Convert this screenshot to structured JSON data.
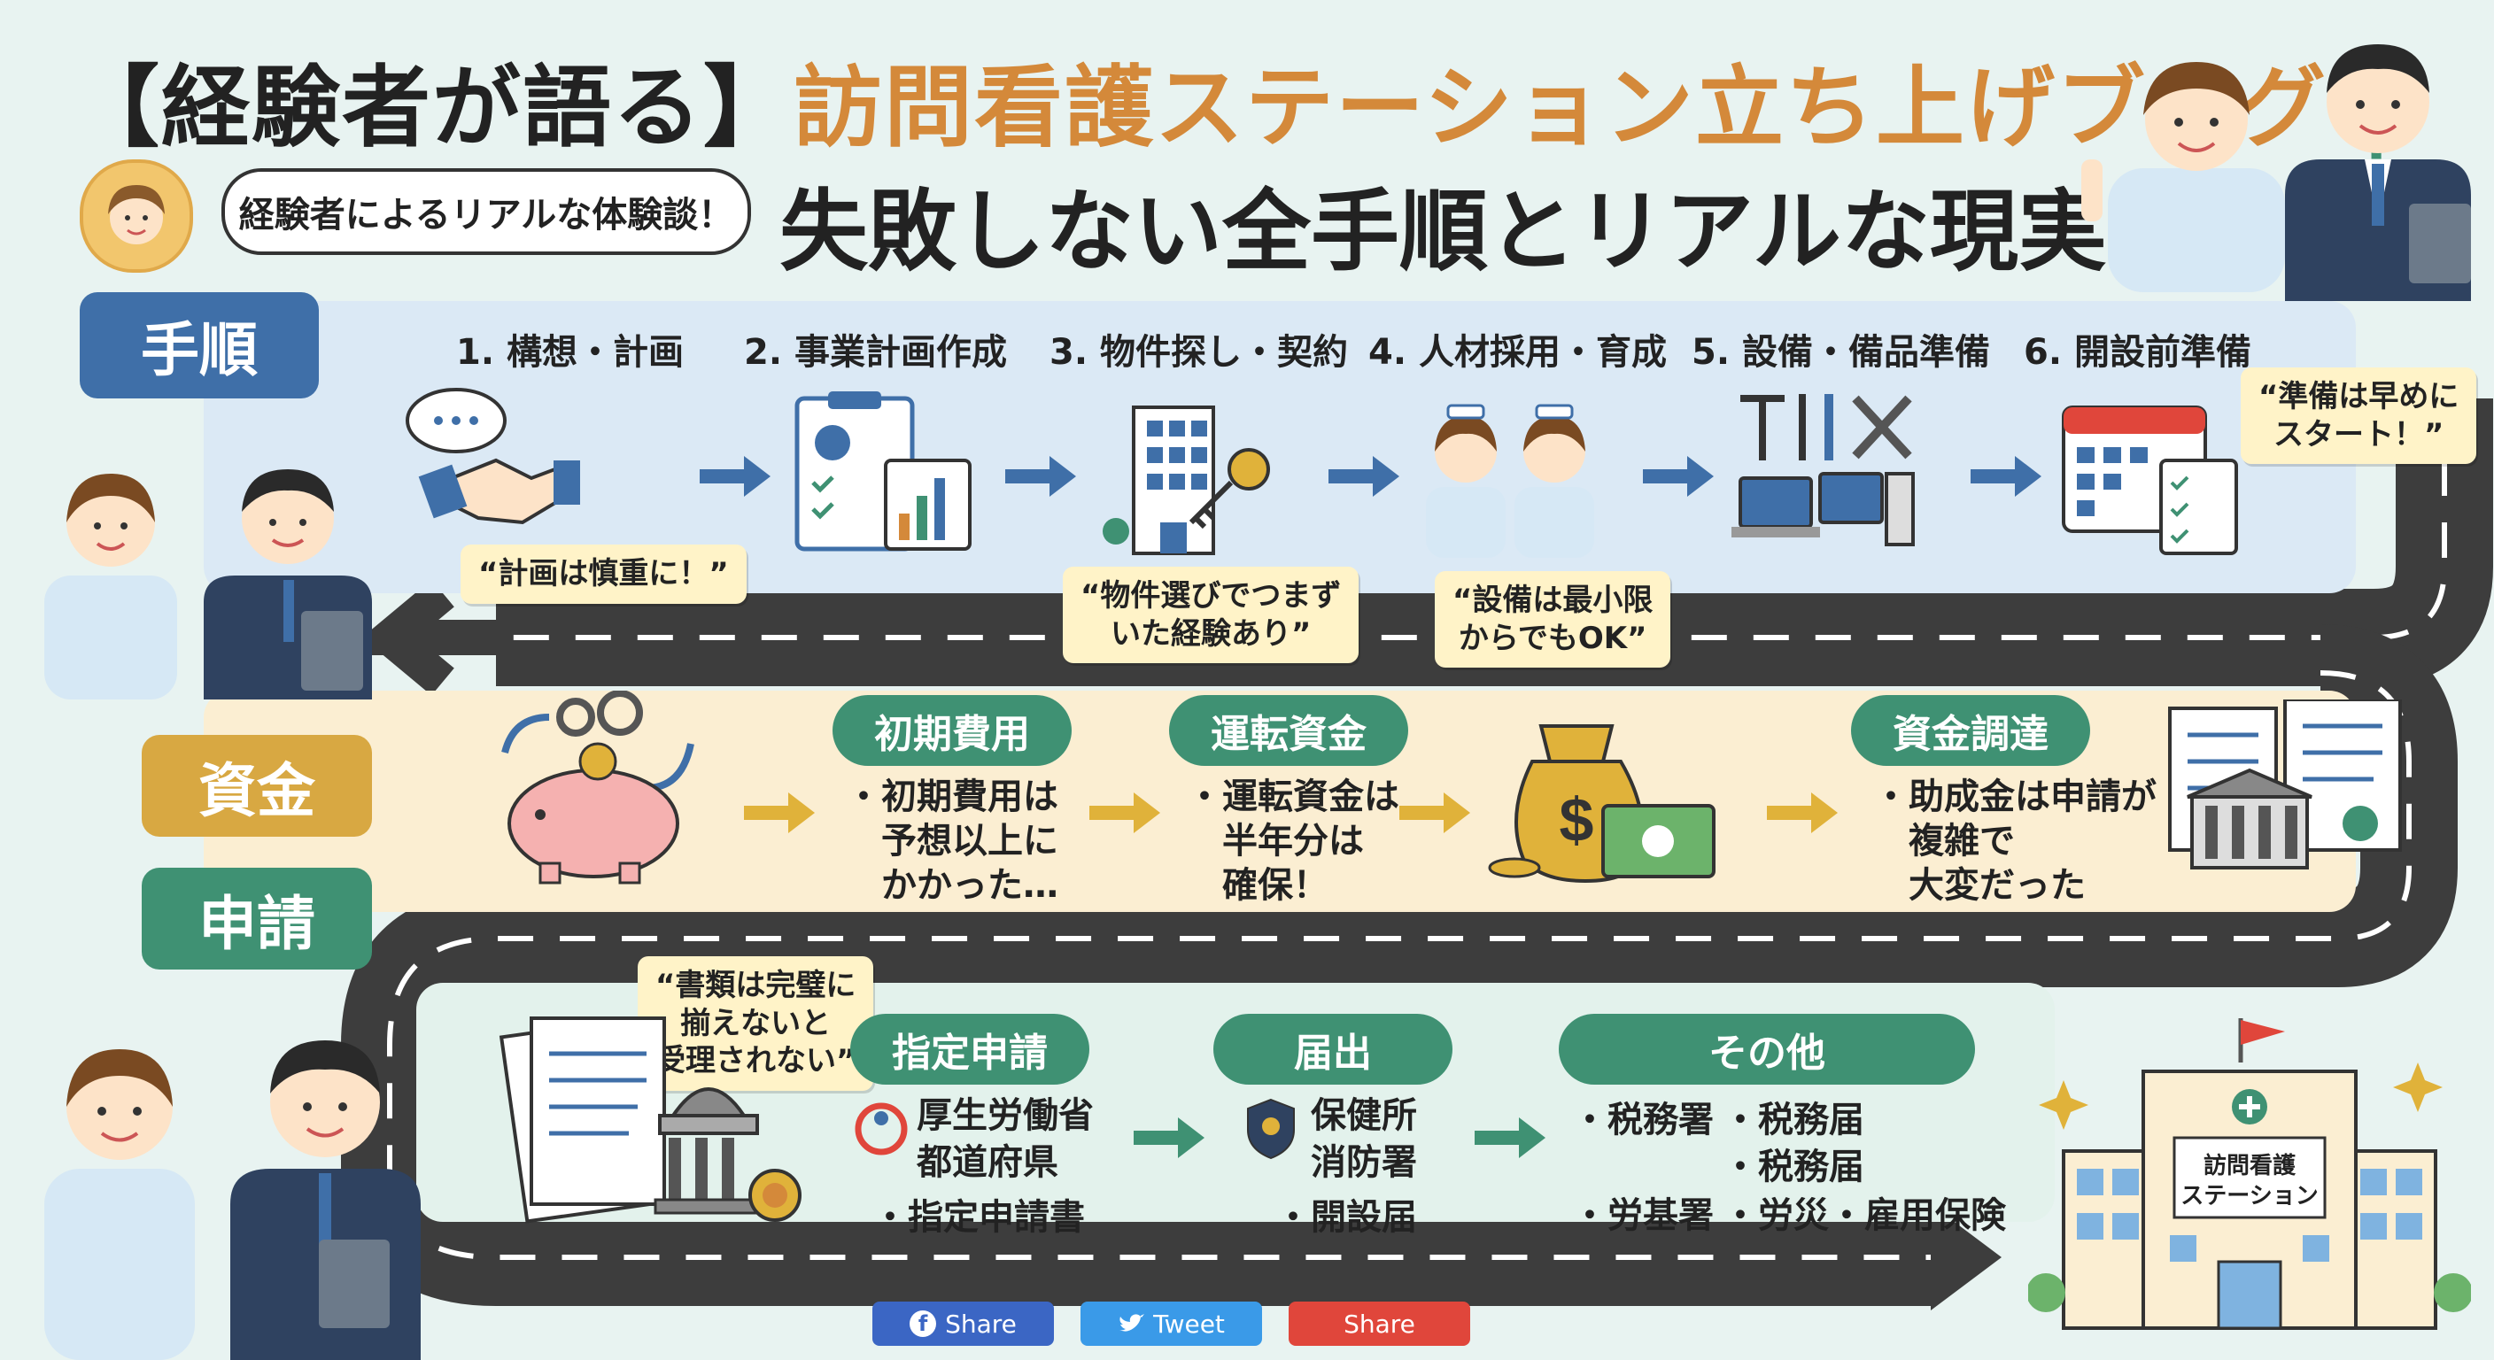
{
  "title": {
    "prefix": "【経験者が語る】",
    "accent": "訪問看護ステーション立ち上げブログ",
    "separator": "|",
    "main": "失敗しない全手順とリアルな現実"
  },
  "speech_bubble": "経験者によるリアルな体験談！",
  "sections": {
    "procedure": "手順",
    "funding": "資金",
    "application": "申請"
  },
  "steps": [
    {
      "label": "1. 構想・計画"
    },
    {
      "label": "2. 事業計画作成"
    },
    {
      "label": "3. 物件探し・契約"
    },
    {
      "label": "4. 人材採用・育成"
    },
    {
      "label": "5. 設備・備品準備"
    },
    {
      "label": "6. 開設前準備"
    }
  ],
  "notes": {
    "plan": "“計画は慎重に！”",
    "property": "“物件選びでつまず\nいた経験あり”",
    "equipment": "“設備は最小限\nからでもOK”",
    "prep": "“準備は早めに\nスタート！”",
    "documents": "“書類は完璧に\n揃えないと\n受理されない”"
  },
  "funding": {
    "initial": {
      "title": "初期費用",
      "body": "・初期費用は\n　予想以上に\n　かかった…"
    },
    "operating": {
      "title": "運転資金",
      "body": "・運転資金は\n　半年分は\n　確保！"
    },
    "procurement": {
      "title": "資金調達",
      "body": "・助成金は申請が\n　複雑で\n　大変だった"
    }
  },
  "application": {
    "designation": {
      "title": "指定申請",
      "line1": "厚生労働省",
      "line2": "都道府県",
      "line3": "・指定申請書"
    },
    "notification": {
      "title": "届出",
      "line1": "保健所",
      "line2": "消防署",
      "line3": "・開設届"
    },
    "other": {
      "title": "その他",
      "a1": "・税務署",
      "a2": "・税務届",
      "a3": "・税務届",
      "b1": "・労基署",
      "b2": "・労災・雇用保険"
    }
  },
  "station_sign": "訪問看護\nステーション",
  "share": {
    "facebook": "Share",
    "twitter": "Tweet",
    "other": "Share"
  },
  "colors": {
    "accent": "#d4893a",
    "blue": "#3f6fa8",
    "gold": "#d8a842",
    "green": "#3f9173",
    "road": "#3d3d3d",
    "facebook": "#3b66c4",
    "twitter": "#3a9ae8",
    "share": "#e0463b"
  }
}
